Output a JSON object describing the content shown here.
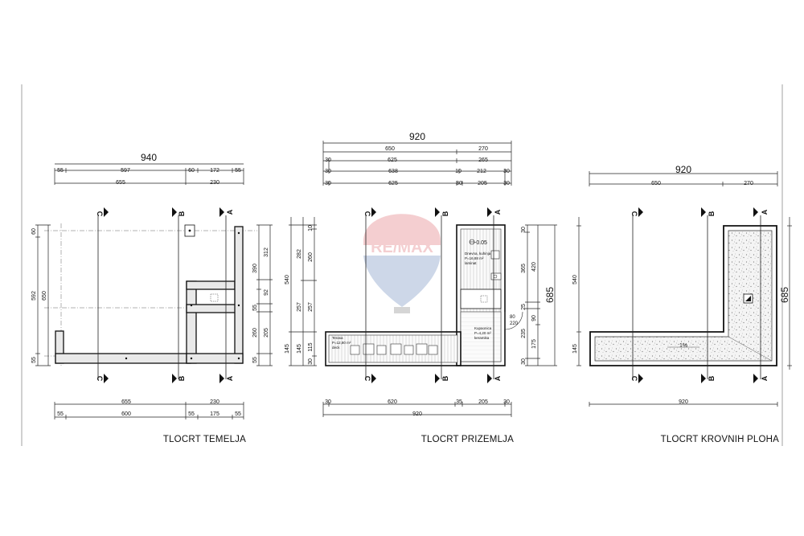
{
  "watermark": {
    "brand": "RE/MAX"
  },
  "drawings": [
    {
      "title": "TLOCRT TEMELJA",
      "top_dims": {
        "total": "940",
        "row1": [
          "55",
          "597",
          "60",
          "172",
          "55"
        ],
        "row2": [
          "655",
          "230"
        ]
      },
      "left_dims": {
        "outer": [
          "60",
          "592",
          "55"
        ],
        "inner": [
          "650"
        ]
      },
      "right_dims": {
        "outer": [
          "390",
          "55",
          "260",
          "55"
        ],
        "inner": [
          "312",
          "92",
          "205"
        ]
      },
      "bottom_dims": {
        "row1": [
          "655",
          "230"
        ],
        "row2": [
          "55",
          "600",
          "55",
          "175",
          "55"
        ]
      },
      "axes": [
        "C",
        "B",
        "A"
      ]
    },
    {
      "title": "TLOCRT PRIZEMLJA",
      "top_dims": {
        "total": "920",
        "row1": [
          "650",
          "270"
        ],
        "row2": [
          "30",
          "625",
          "265"
        ],
        "row3": [
          "30",
          "638",
          "10",
          "212",
          "30"
        ],
        "row4": [
          "30",
          "625",
          "30",
          "205",
          "30"
        ]
      },
      "left_dims": {
        "outer": [
          "540",
          "145"
        ],
        "mid": [
          "282",
          "257",
          "145"
        ],
        "inner": [
          "10",
          "260",
          "257",
          "115",
          "30"
        ]
      },
      "right_dims": {
        "outer": [
          "685"
        ],
        "mid": [
          "420",
          "90",
          "175"
        ],
        "inner": [
          "30",
          "365",
          "25",
          "235",
          "30"
        ]
      },
      "bottom_dims": {
        "row1": [
          "30",
          "620",
          "35",
          "205",
          "30"
        ],
        "row2": [
          "920"
        ]
      },
      "rooms": [
        {
          "name": "Dnevna, kuhinja",
          "area": "P=16,88 m²",
          "floor": "laminat"
        },
        {
          "name": "Kupaonica",
          "area": "P=4,20 m²",
          "floor": "keramika"
        },
        {
          "name": "Terasa",
          "area": "P=12,80 m²",
          "floor": "deck"
        }
      ],
      "level_mark": "-0.05",
      "door_dims": [
        "80",
        "220"
      ],
      "axes": [
        "C",
        "B",
        "A"
      ]
    },
    {
      "title": "TLOCRT KROVNIH PLOHA",
      "top_dims": {
        "total": "920",
        "row1": [
          "650",
          "270"
        ]
      },
      "left_dims": {
        "outer": [
          "540",
          "145"
        ]
      },
      "right_dims": {
        "outer": [
          "685"
        ]
      },
      "bottom_dims": {
        "row1": [
          "920"
        ]
      },
      "slope": "1%",
      "axes": [
        "C",
        "B",
        "A"
      ]
    }
  ]
}
